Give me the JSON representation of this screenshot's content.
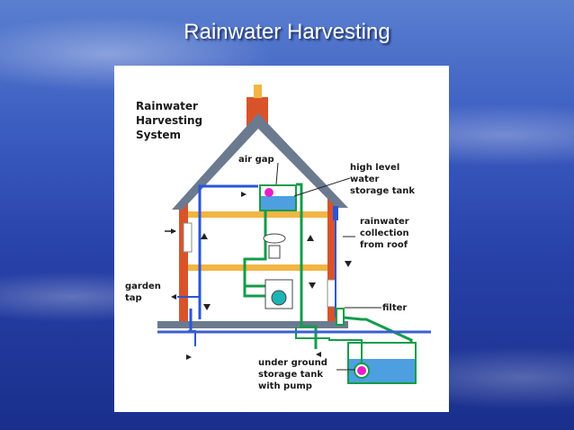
{
  "slide": {
    "title": "Rainwater Harvesting"
  },
  "diagram": {
    "title_lines": [
      "Rainwater",
      "Harvesting",
      "System"
    ],
    "labels": {
      "air_gap": "air gap",
      "high_tank": [
        "high level",
        "water",
        "storage tank"
      ],
      "collection": [
        "rainwater",
        "collection",
        "from roof"
      ],
      "garden_tap": [
        "garden",
        "tap"
      ],
      "filter": "filter",
      "underground": [
        "under ground",
        "storage tank",
        "with pump"
      ]
    },
    "colors": {
      "roof": "#6b7a8f",
      "wall": "#d9532a",
      "floor": "#f2b544",
      "mains_pipe": "#2a55d8",
      "rain_pipe": "#139c4a",
      "water": "#4d9fe0",
      "ground": "#3a5fd0"
    }
  }
}
